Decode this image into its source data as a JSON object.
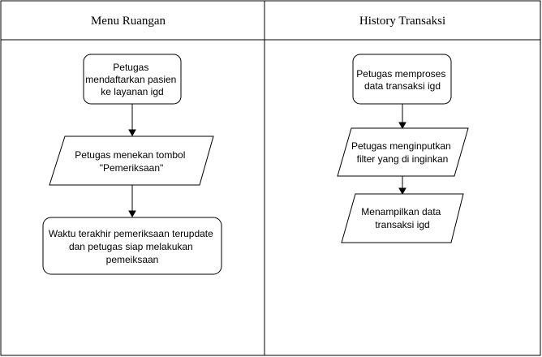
{
  "lanes": [
    {
      "title": "Menu Ruangan"
    },
    {
      "title": "History Transaksi"
    }
  ],
  "nodes": [
    {
      "id": "n1",
      "shape": "rounded-rect",
      "lines": [
        "Petugas",
        "mendaftarkan pasien",
        "ke layanan igd"
      ]
    },
    {
      "id": "n2",
      "shape": "parallelogram",
      "lines": [
        "Petugas menekan tombol",
        "\"Pemeriksaan\""
      ]
    },
    {
      "id": "n3",
      "shape": "rounded-rect",
      "lines": [
        "Waktu terakhir pemeriksaan terupdate",
        "dan petugas siap melakukan",
        "pemeiksaan"
      ]
    },
    {
      "id": "n4",
      "shape": "rounded-rect",
      "lines": [
        "Petugas memproses",
        "data transaksi igd"
      ]
    },
    {
      "id": "n5",
      "shape": "parallelogram",
      "lines": [
        "Petugas menginputkan",
        "filter yang di inginkan"
      ]
    },
    {
      "id": "n6",
      "shape": "parallelogram",
      "lines": [
        "Menampilkan data",
        "transaksi igd"
      ]
    }
  ],
  "edges": [
    {
      "from": "n1",
      "to": "n2"
    },
    {
      "from": "n2",
      "to": "n3"
    },
    {
      "from": "n4",
      "to": "n5"
    },
    {
      "from": "n5",
      "to": "n6"
    }
  ]
}
